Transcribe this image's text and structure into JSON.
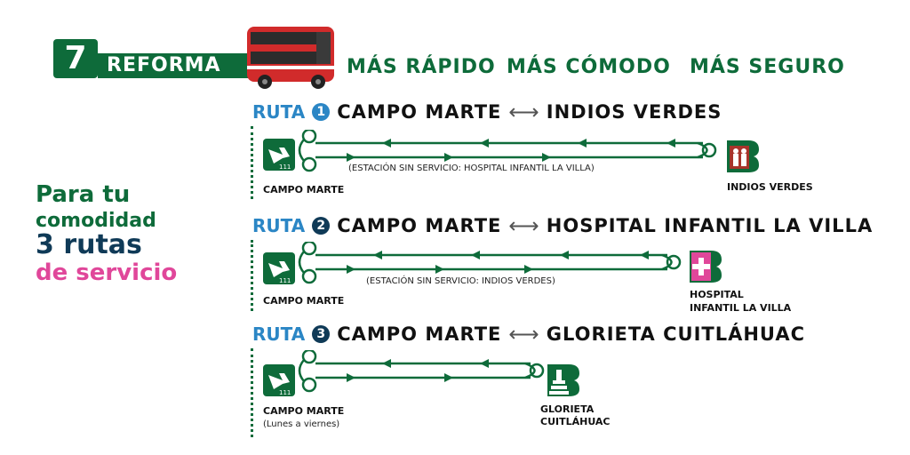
{
  "header": {
    "line_number": "7",
    "line_name": "REFORMA",
    "slogans": [
      "MÁS RÁPIDO",
      "MÁS CÓMODO",
      "MÁS SEGURO"
    ]
  },
  "side_text": {
    "line1": "Para tu",
    "line2": "comodidad",
    "line3": "3 rutas",
    "line4": "de servicio"
  },
  "routes": [
    {
      "label": "RUTA",
      "number": "1",
      "origin": "CAMPO MARTE",
      "destination": "INDIOS VERDES",
      "origin_station": "CAMPO MARTE",
      "dest_station": "INDIOS VERDES",
      "dest_station_line2": "",
      "note": "(ESTACIÓN SIN SERVICIO: HOSPITAL INFANTIL LA VILLA)",
      "extra": ""
    },
    {
      "label": "RUTA",
      "number": "2",
      "origin": "CAMPO MARTE",
      "destination": "HOSPITAL INFANTIL LA VILLA",
      "origin_station": "CAMPO MARTE",
      "dest_station": "HOSPITAL",
      "dest_station_line2": "INFANTIL LA VILLA",
      "note": "(ESTACIÓN SIN SERVICIO: INDIOS VERDES)",
      "extra": ""
    },
    {
      "label": "RUTA",
      "number": "3",
      "origin": "CAMPO MARTE",
      "destination": "GLORIETA CUITLÁHUAC",
      "origin_station": "CAMPO MARTE",
      "dest_station": "GLORIETA",
      "dest_station_line2": "CUITLÁHUAC",
      "note": "",
      "extra": "(Lunes a viernes)"
    }
  ],
  "colors": {
    "green": "#0e6b3a",
    "navy": "#0f3a57",
    "blue": "#2b86c5",
    "pink": "#e0479a",
    "hospital_pink": "#e0479a",
    "indios_red": "#a8342b"
  }
}
